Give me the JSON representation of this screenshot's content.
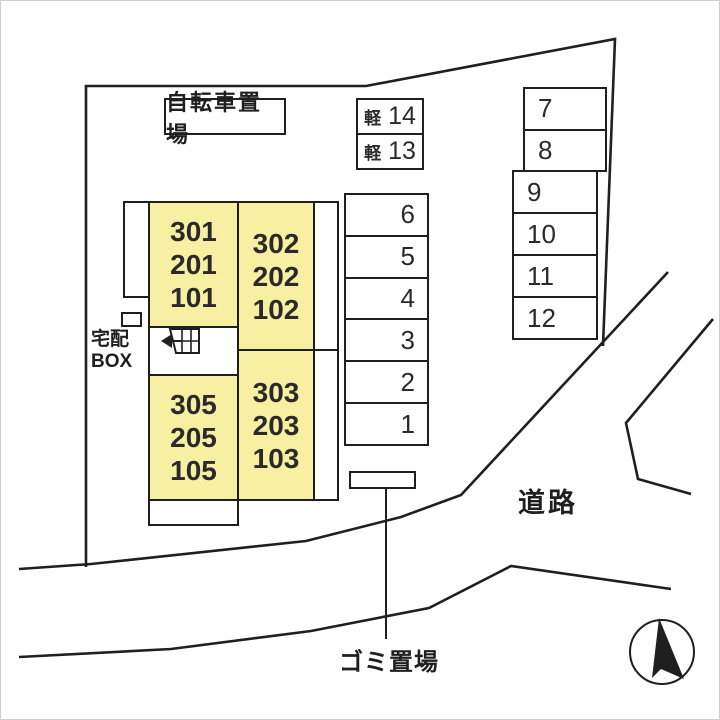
{
  "labels": {
    "bicycle_area": "自転車置場",
    "delivery_box_line1": "宅配",
    "delivery_box_line2": "BOX",
    "road": "道路",
    "garbage_area": "ゴミ置場"
  },
  "kei_parking": [
    {
      "prefix": "軽",
      "number": "14"
    },
    {
      "prefix": "軽",
      "number": "13"
    }
  ],
  "parking_left_column": [
    "6",
    "5",
    "4",
    "3",
    "2",
    "1"
  ],
  "parking_78_column": [
    "7",
    "8"
  ],
  "parking_9_12_column": [
    "9",
    "10",
    "11",
    "12"
  ],
  "building": {
    "block_301": {
      "lines": [
        "301",
        "201",
        "101"
      ]
    },
    "block_302": {
      "lines": [
        "302",
        "202",
        "102"
      ]
    },
    "block_305": {
      "lines": [
        "305",
        "205",
        "105"
      ]
    },
    "block_303": {
      "lines": [
        "303",
        "203",
        "103"
      ]
    }
  },
  "icons": {
    "stairs_icon": "staircase-with-left-arrow",
    "north_arrow_icon": "north-compass-arrow",
    "delivery_box_icon": "small-box-marker"
  },
  "colors": {
    "room_fill": "#f7f0a3",
    "line": "#1f1f1f"
  }
}
